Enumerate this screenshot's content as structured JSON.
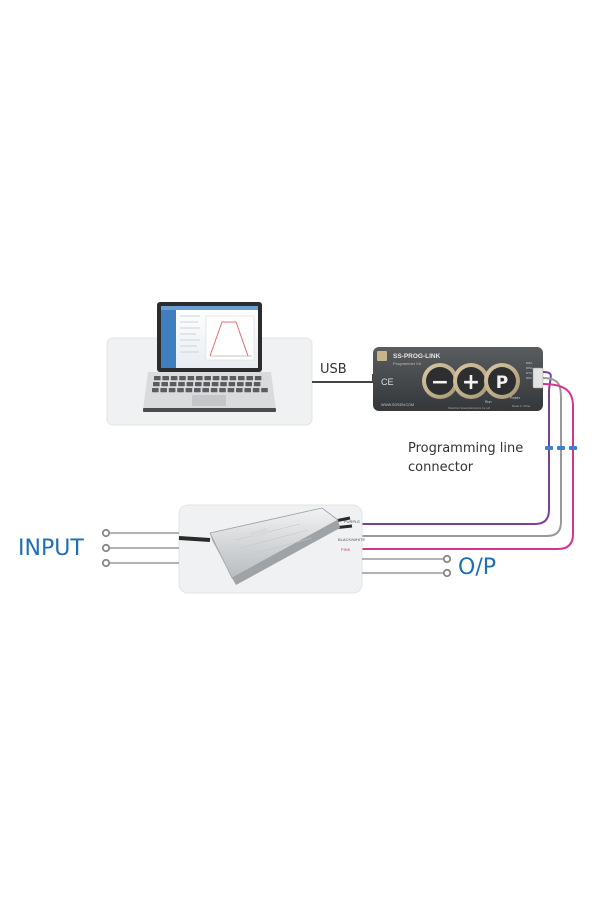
{
  "labels": {
    "usb": "USB",
    "programming_line_1": "Programming line",
    "programming_line_2": "connector",
    "input": "INPUT",
    "output": "O/P"
  },
  "programmer": {
    "model": "SS-PROG-LINK",
    "subtitle": "Programmer Kit",
    "ce_mark": "CE",
    "website": "WWW.SOSEN.COM",
    "run_label": "Run",
    "power_label": "Power",
    "made_in": "Made in China",
    "company": "Shenzhen Sosen Electronics Co.,Ltd",
    "buttons": [
      "−",
      "+",
      "P"
    ],
    "connector_labels": [
      "DIM-",
      "DIM+",
      "NTC",
      "DIM"
    ]
  },
  "driver": {
    "wire_labels": [
      "PURPLE",
      "BLACK/WHITE",
      "PINK"
    ]
  },
  "colors": {
    "usb_cable": "#444444",
    "purple_wire": "#7d3f98",
    "pink_wire": "#d6338f",
    "gray_wire": "#999999",
    "accent_blue": "#1f6fb8"
  },
  "icons": [
    "laptop-icon",
    "programmer-device-icon",
    "led-driver-icon"
  ]
}
